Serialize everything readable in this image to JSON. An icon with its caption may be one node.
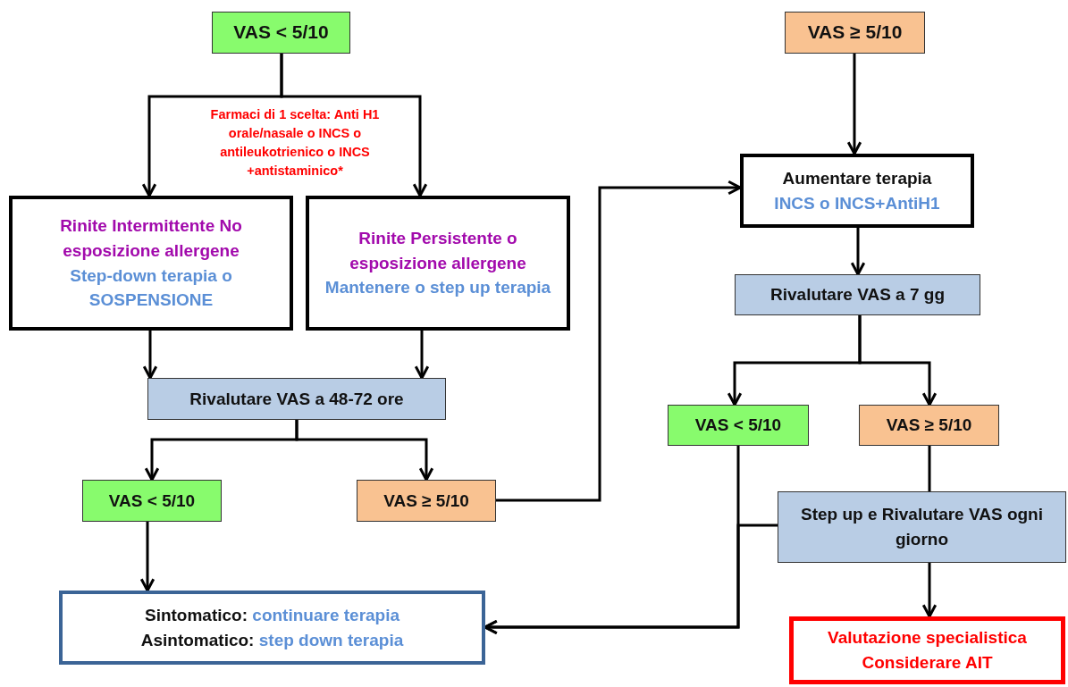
{
  "diagram": {
    "nodes": [
      {
        "text": [
          "VAS < 5/10"
        ]
      },
      {
        "text": [
          "Rinite Intermittente No esposizione allergene",
          "Step-down terapia o SOSPENSIONE"
        ]
      },
      {
        "text": [
          "Rinite Persistente o esposizione allergene",
          "Mantenere o step up terapia"
        ]
      },
      {
        "text": [
          "Rivalutare VAS a 48-72 ore"
        ]
      },
      {
        "text": [
          "VAS < 5/10"
        ]
      },
      {
        "text": [
          "VAS ≥ 5/10"
        ]
      },
      {
        "text": [
          "Sintomatico:",
          "continuare terapia",
          "Asintomatico:",
          "step down terapia"
        ]
      },
      {
        "text": [
          "VAS ≥ 5/10"
        ]
      },
      {
        "text": [
          "Aumentare terapia",
          "INCS o INCS+AntiH1"
        ]
      },
      {
        "text": [
          "Rivalutare VAS a 7 gg"
        ]
      },
      {
        "text": [
          "VAS < 5/10"
        ]
      },
      {
        "text": [
          "VAS ≥ 5/10"
        ]
      },
      {
        "text": [
          "Step up e Rivalutare VAS ogni giorno"
        ]
      },
      {
        "text": [
          "Valutazione specialistica Considerare AIT"
        ]
      }
    ],
    "edges": [
      {
        "from": 0,
        "to": 1,
        "arrow": "to"
      },
      {
        "from": 0,
        "to": 2,
        "arrow": "to"
      },
      {
        "from": 1,
        "to": 3,
        "arrow": "to"
      },
      {
        "from": 2,
        "to": 3,
        "arrow": "to"
      },
      {
        "from": 3,
        "to": 4,
        "arrow": "to"
      },
      {
        "from": 3,
        "to": 5,
        "arrow": "to"
      },
      {
        "from": 4,
        "to": 6,
        "arrow": "to"
      },
      {
        "from": 5,
        "to": 8,
        "arrow": "to"
      },
      {
        "from": 7,
        "to": 8,
        "arrow": "to"
      },
      {
        "from": 8,
        "to": 9,
        "arrow": "to"
      },
      {
        "from": 9,
        "to": 10,
        "arrow": "to"
      },
      {
        "from": 9,
        "to": 11,
        "arrow": "to"
      },
      {
        "from": 10,
        "to": 6,
        "arrow": "to"
      },
      {
        "from": 11,
        "to": 12,
        "arrow": "none"
      },
      {
        "from": 12,
        "to": 6,
        "arrow": "to"
      },
      {
        "from": 12,
        "to": 13,
        "arrow": "to"
      }
    ],
    "labels": [
      "Farmaci di 1 scelta: Anti H1 orale/nasale o INCS o antileukotrienico o INCS +antistaminico*"
    ]
  }
}
